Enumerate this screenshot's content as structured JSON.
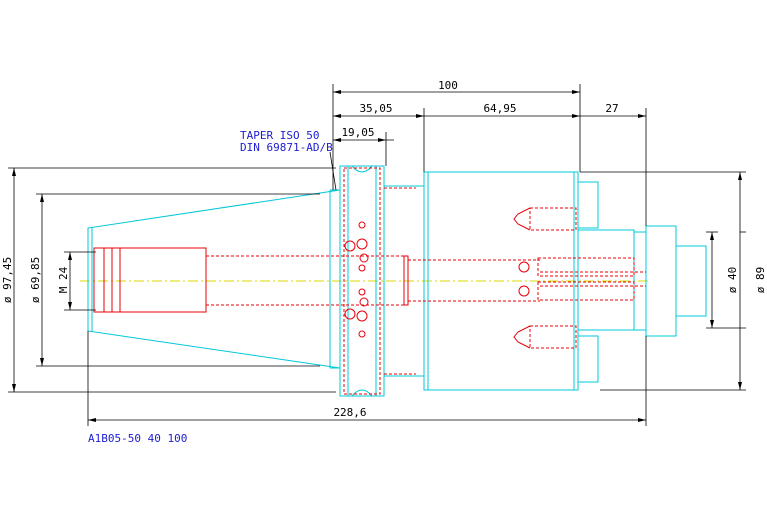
{
  "labels": {
    "taper_line1": "TAPER ISO 50",
    "taper_line2": "DIN 69871-AD/B",
    "part_code": "A1B05-50 40 100"
  },
  "dimensions": {
    "overall_gauge": "100",
    "flange_len": "35,05",
    "body_len": "64,95",
    "nose_len": "27",
    "flange_width": "19,05",
    "total_len": "228,6",
    "dia_97": "ø 97,45",
    "dia_69": "ø 69,85",
    "thread": "M 24",
    "dia_40": "ø 40",
    "dia_89": "ø 89"
  },
  "colors": {
    "outline": "#00c8d8",
    "hidden": "#e8000a",
    "centerline": "#d8d800",
    "dimension": "#000000",
    "text_note": "#2020d0"
  }
}
